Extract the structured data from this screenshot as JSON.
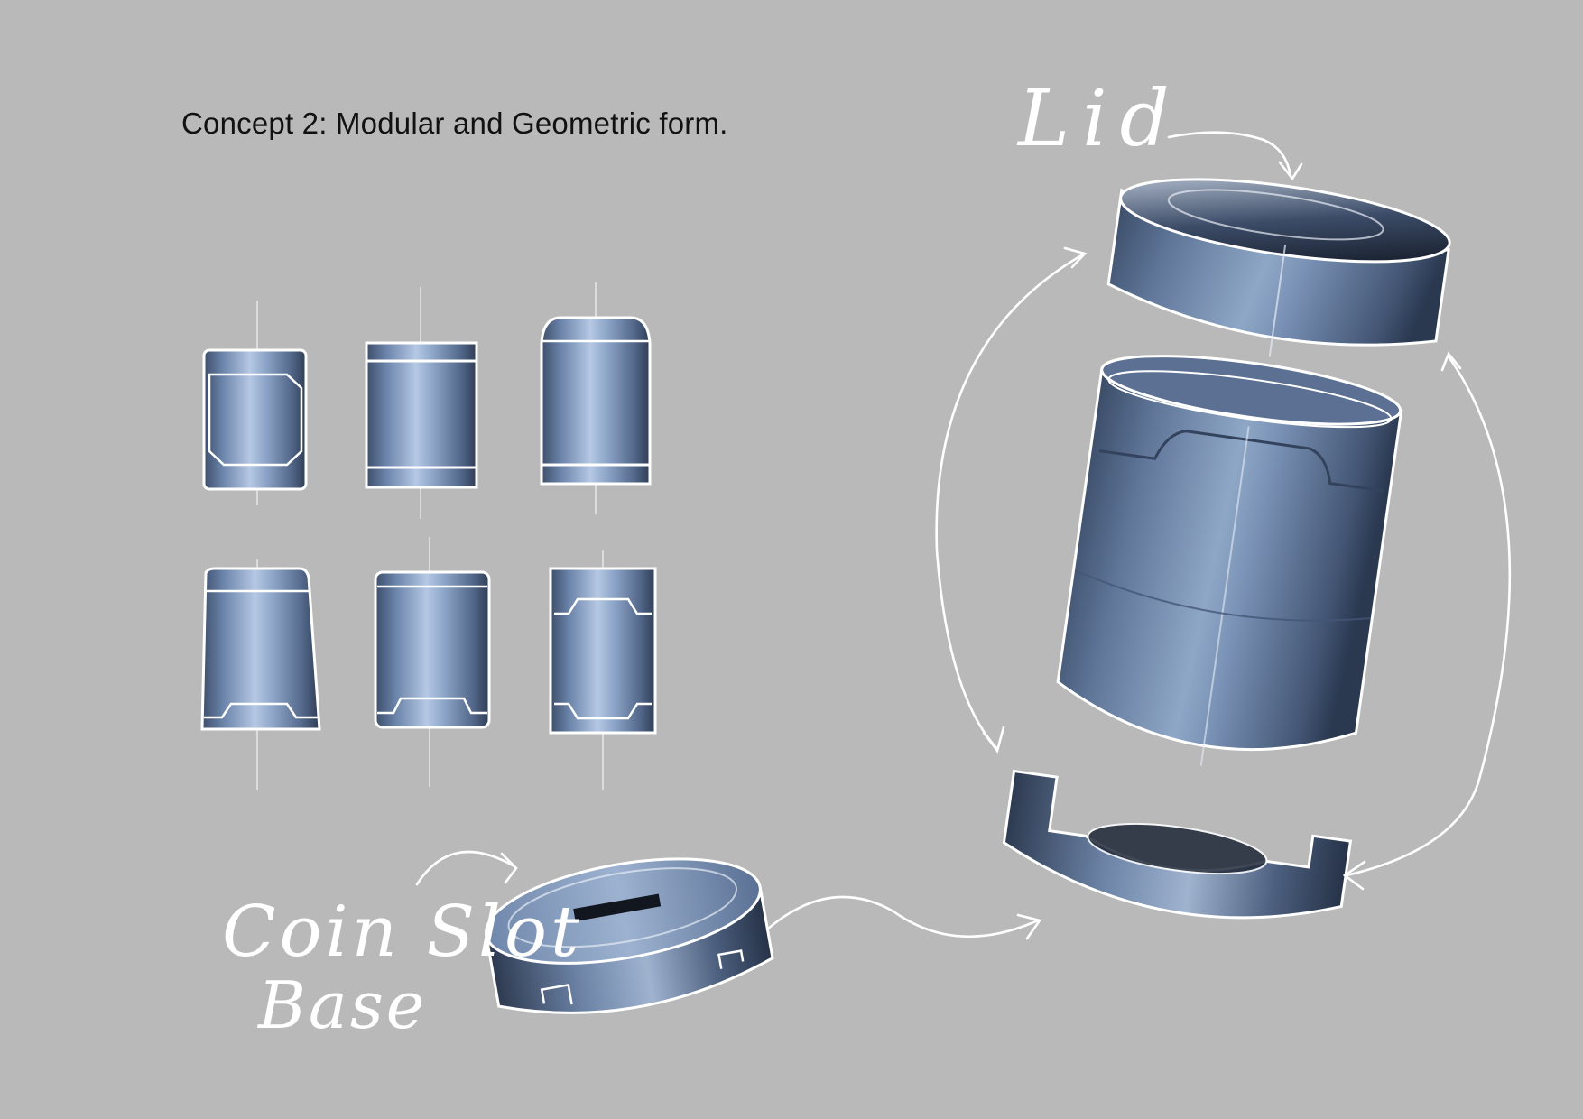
{
  "page": {
    "title": "Concept 2:  Modular and Geometric form."
  },
  "annotations": {
    "lid": "Lid",
    "coin_slot": "Coin Slot",
    "base": "Base"
  },
  "colors": {
    "background": "#b9b9b9",
    "body_blue": "#6c86ad",
    "highlight": "#ffffff",
    "shadow_blue": "#2e3d55"
  }
}
